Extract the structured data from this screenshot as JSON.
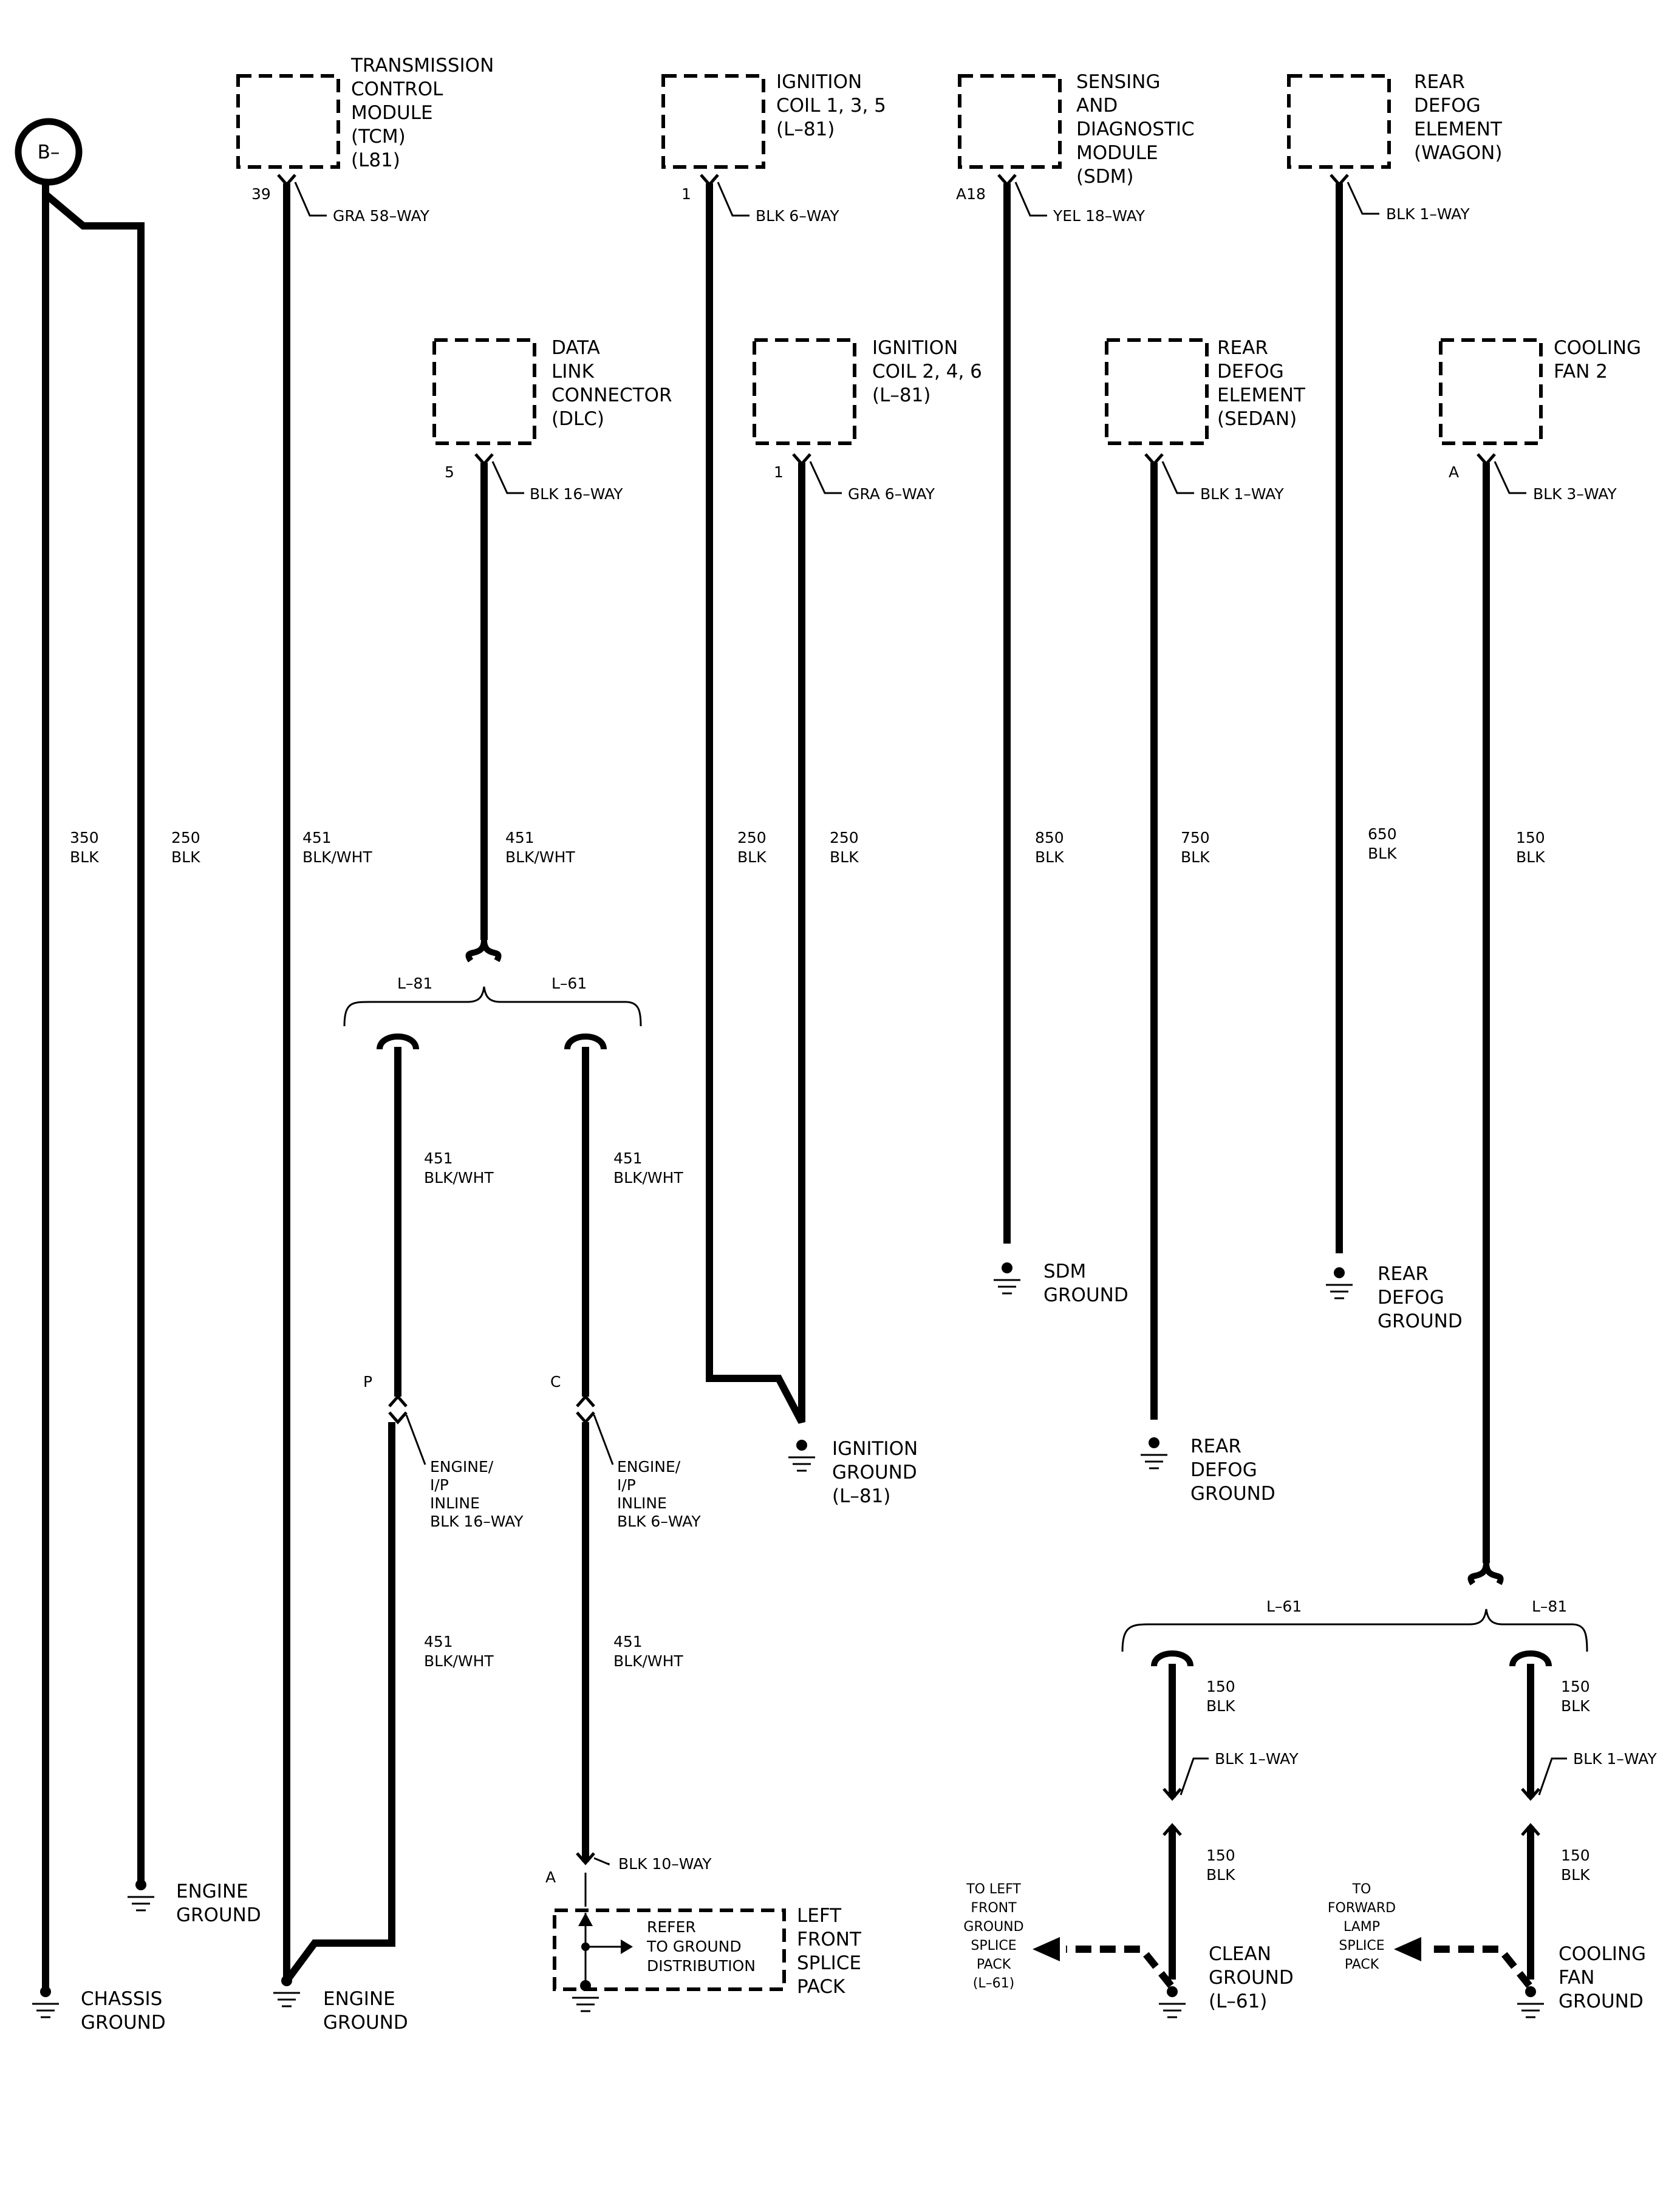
{
  "source": {
    "label": "B–"
  },
  "components": {
    "tcm": [
      "TRANSMISSION",
      "CONTROL",
      "MODULE",
      "(TCM)",
      "(L81)"
    ],
    "coil135": [
      "IGNITION",
      "COIL 1, 3, 5",
      "(L–81)"
    ],
    "sdm": [
      "SENSING",
      "AND",
      "DIAGNOSTIC",
      "MODULE",
      "(SDM)"
    ],
    "defog_wagon": [
      "REAR",
      "DEFOG",
      "ELEMENT",
      "(WAGON)"
    ],
    "dlc": [
      "DATA",
      "LINK",
      "CONNECTOR",
      "(DLC)"
    ],
    "coil246": [
      "IGNITION",
      "COIL 2, 4, 6",
      "(L–81)"
    ],
    "defog_sedan": [
      "REAR",
      "DEFOG",
      "ELEMENT",
      "(SEDAN)"
    ],
    "fan2": [
      "COOLING",
      "FAN 2"
    ],
    "splice_pack": [
      "LEFT",
      "FRONT",
      "SPLICE",
      "PACK"
    ],
    "refer_note": [
      "REFER",
      "TO GROUND",
      "DISTRIBUTION"
    ]
  },
  "pins": {
    "tcm": "39",
    "coil135": "1",
    "sdm": "A18",
    "dlc": "5",
    "coil246": "1",
    "fan2": "A",
    "inline_p": "P",
    "inline_c": "C",
    "splice_a": "A"
  },
  "connectors": {
    "tcm": "GRA 58–WAY",
    "coil135": "BLK 6–WAY",
    "sdm": "YEL 18–WAY",
    "defog_wagon": "BLK 1–WAY",
    "dlc": "BLK 16–WAY",
    "coil246": "GRA 6–WAY",
    "defog_sedan": "BLK 1–WAY",
    "fan2": "BLK 3–WAY",
    "inline_p": [
      "ENGINE/",
      "I/P",
      "INLINE",
      "BLK 16–WAY"
    ],
    "inline_c": [
      "ENGINE/",
      "I/P",
      "INLINE",
      "BLK 6–WAY"
    ],
    "splice_a": "BLK 10–WAY",
    "clean_1way": "BLK 1–WAY",
    "fan_1way": "BLK 1–WAY"
  },
  "wires": {
    "w350": [
      "350",
      "BLK"
    ],
    "w250a": [
      "250",
      "BLK"
    ],
    "w451tcm": [
      "451",
      "BLK/WHT"
    ],
    "w451dlc": [
      "451",
      "BLK/WHT"
    ],
    "w250b": [
      "250",
      "BLK"
    ],
    "w250c": [
      "250",
      "BLK"
    ],
    "w850": [
      "850",
      "BLK"
    ],
    "w750": [
      "750",
      "BLK"
    ],
    "w650": [
      "650",
      "BLK"
    ],
    "w150": [
      "150",
      "BLK"
    ],
    "w451p_up": [
      "451",
      "BLK/WHT"
    ],
    "w451c_up": [
      "451",
      "BLK/WHT"
    ],
    "w451p_dn": [
      "451",
      "BLK/WHT"
    ],
    "w451c_dn": [
      "451",
      "BLK/WHT"
    ],
    "w150l_up": [
      "150",
      "BLK"
    ],
    "w150r_up": [
      "150",
      "BLK"
    ],
    "w150l_dn": [
      "150",
      "BLK"
    ],
    "w150r_dn": [
      "150",
      "BLK"
    ]
  },
  "options": {
    "dlc_left": "L–81",
    "dlc_right": "L–61",
    "fan_left": "L–61",
    "fan_right": "L–81"
  },
  "grounds": {
    "chassis": [
      "CHASSIS",
      "GROUND"
    ],
    "engine_a": [
      "ENGINE",
      "GROUND"
    ],
    "engine_b": [
      "ENGINE",
      "GROUND"
    ],
    "sdm": [
      "SDM",
      "GROUND"
    ],
    "defog_wagon": [
      "REAR",
      "DEFOG",
      "GROUND"
    ],
    "ignition": [
      "IGNITION",
      "GROUND",
      "(L–81)"
    ],
    "defog_sedan": [
      "REAR",
      "DEFOG",
      "GROUND"
    ],
    "clean": [
      "CLEAN",
      "GROUND",
      "(L–61)"
    ],
    "fan": [
      "COOLING",
      "FAN",
      "GROUND"
    ]
  },
  "references": {
    "to_left_front": [
      "TO LEFT",
      "FRONT",
      "GROUND",
      "SPLICE",
      "PACK",
      "(L–61)"
    ],
    "to_forward_lamp": [
      "TO",
      "FORWARD",
      "LAMP",
      "SPLICE",
      "PACK"
    ]
  }
}
